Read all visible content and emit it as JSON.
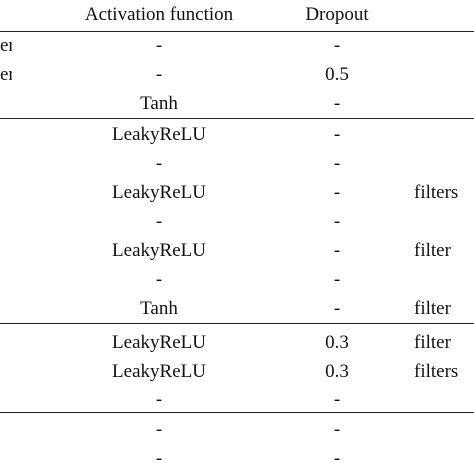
{
  "header": {
    "activation": "Activation function",
    "dropout": "Dropout"
  },
  "rows": [
    {
      "left": "er",
      "activation": "-",
      "dropout": "-",
      "last": ""
    },
    {
      "left": "er",
      "activation": "-",
      "dropout": "0.5",
      "last": ""
    },
    {
      "left": "",
      "activation": "Tanh",
      "dropout": "-",
      "last": ""
    },
    {
      "left": "",
      "activation": "LeakyReLU",
      "dropout": "-",
      "last": ""
    },
    {
      "left": "",
      "activation": "-",
      "dropout": "-",
      "last": ""
    },
    {
      "left": "",
      "activation": "LeakyReLU",
      "dropout": "-",
      "last": "filters"
    },
    {
      "left": "",
      "activation": "-",
      "dropout": "-",
      "last": ""
    },
    {
      "left": "",
      "activation": "LeakyReLU",
      "dropout": "-",
      "last": "filter"
    },
    {
      "left": "",
      "activation": "-",
      "dropout": "-",
      "last": ""
    },
    {
      "left": "",
      "activation": "Tanh",
      "dropout": "-",
      "last": "filter"
    },
    {
      "left": "",
      "activation": "LeakyReLU",
      "dropout": "0.3",
      "last": "filter"
    },
    {
      "left": "",
      "activation": "LeakyReLU",
      "dropout": "0.3",
      "last": "filters"
    },
    {
      "left": "",
      "activation": "-",
      "dropout": "-",
      "last": ""
    },
    {
      "left": "",
      "activation": "-",
      "dropout": "-",
      "last": ""
    },
    {
      "left": "",
      "activation": "-",
      "dropout": "-",
      "last": ""
    }
  ]
}
